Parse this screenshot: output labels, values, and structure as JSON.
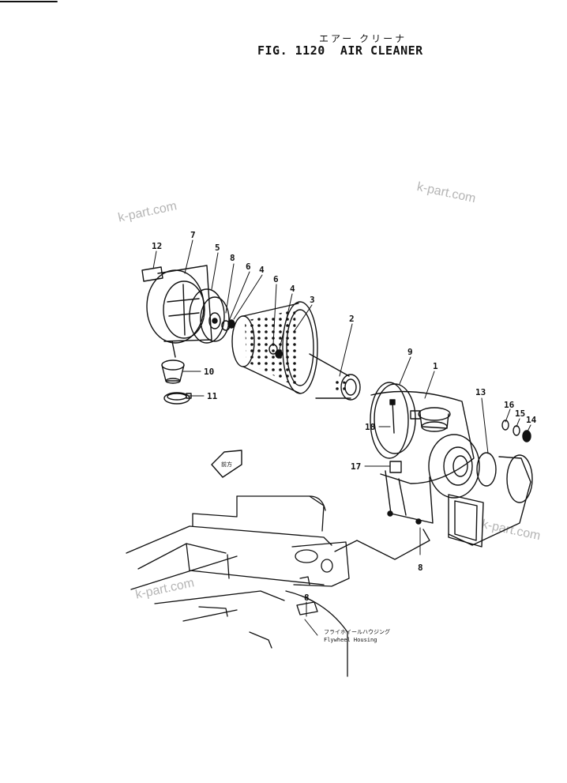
{
  "header": {
    "title_jp": "エアー クリーナ",
    "figure": "FIG. 1120",
    "title": "AIR CLEANER"
  },
  "watermarks": [
    "k-part.com",
    "k-part.com",
    "k-part.com",
    "k-part.com"
  ],
  "callouts": [
    "12",
    "7",
    "5",
    "8",
    "6",
    "4",
    "6",
    "4",
    "3",
    "2",
    "9",
    "1",
    "13",
    "16",
    "15",
    "14",
    "18",
    "17",
    "10",
    "11",
    "8",
    "8"
  ],
  "direction_tag": "前方",
  "flywheel_jp": "フライホイールハウジング",
  "flywheel_en": "Flywheel Housing"
}
